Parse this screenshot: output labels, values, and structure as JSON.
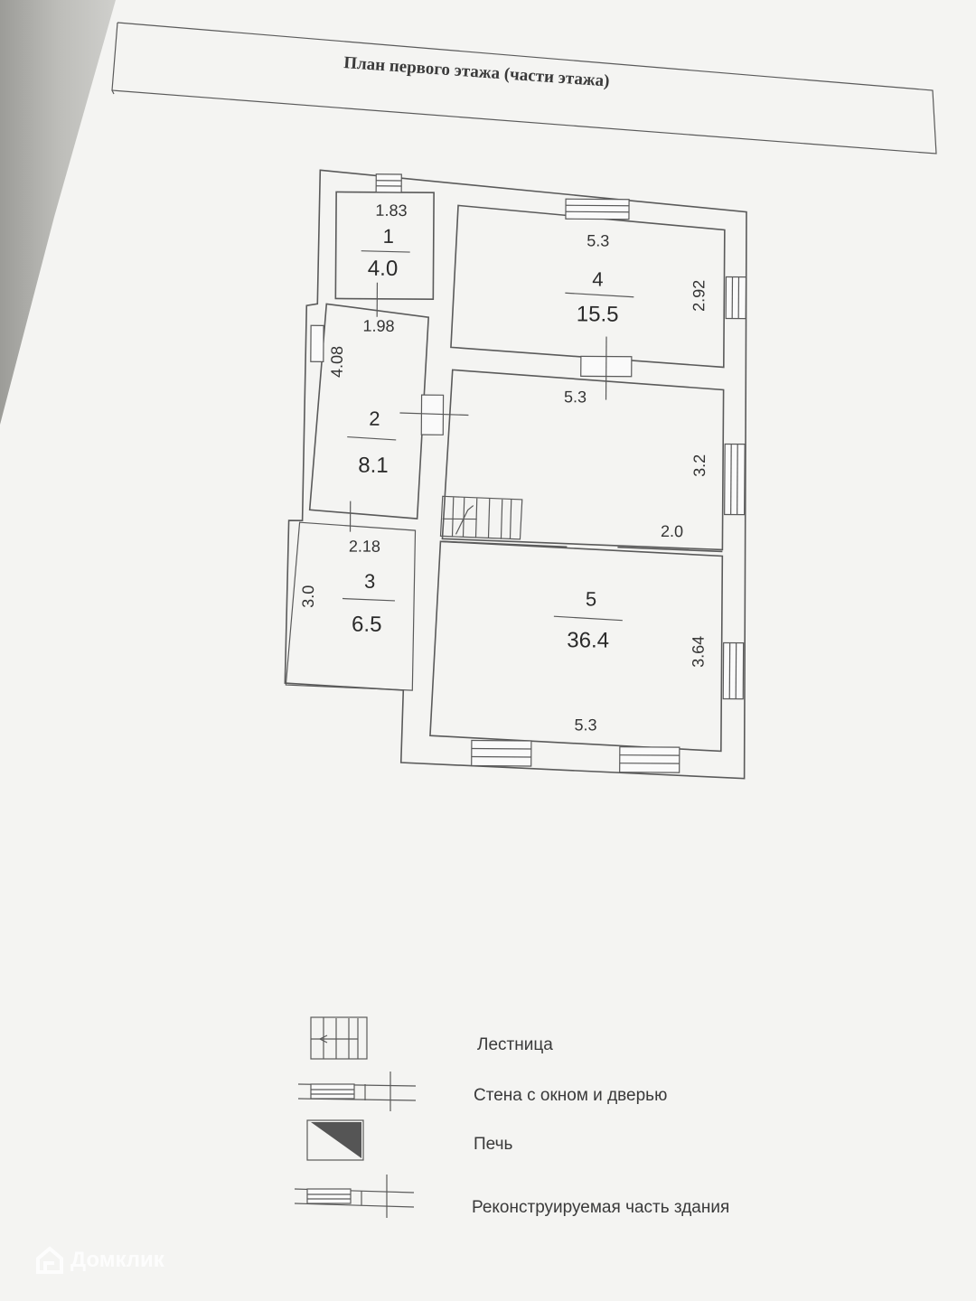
{
  "title": "План первого этажа (части этажа)",
  "rooms": [
    {
      "number": "1",
      "area": "4.0",
      "dims": [
        "1.83"
      ]
    },
    {
      "number": "2",
      "area": "8.1",
      "dims": [
        "1.98",
        "4.08"
      ]
    },
    {
      "number": "3",
      "area": "6.5",
      "dims": [
        "2.18",
        "3.0"
      ]
    },
    {
      "number": "4",
      "area": "15.5",
      "dims": [
        "5.3",
        "2.92"
      ]
    },
    {
      "number": "5",
      "area": "36.4",
      "dims": [
        "5.3",
        "3.2",
        "2.0",
        "3.64",
        "5.3"
      ]
    }
  ],
  "legend": [
    {
      "label": "Лестница",
      "icon": "stair-icon"
    },
    {
      "label": "Стена с окном и дверью",
      "icon": "wall-window-door-icon"
    },
    {
      "label": "Печь",
      "icon": "stove-icon"
    },
    {
      "label": "Реконструируемая часть здания",
      "icon": "reconstructed-part-icon"
    }
  ],
  "watermark": "Домклик",
  "colors": {
    "paper": "#f4f4f2",
    "line": "#5a5a5a",
    "background": "#cfcfcc"
  }
}
